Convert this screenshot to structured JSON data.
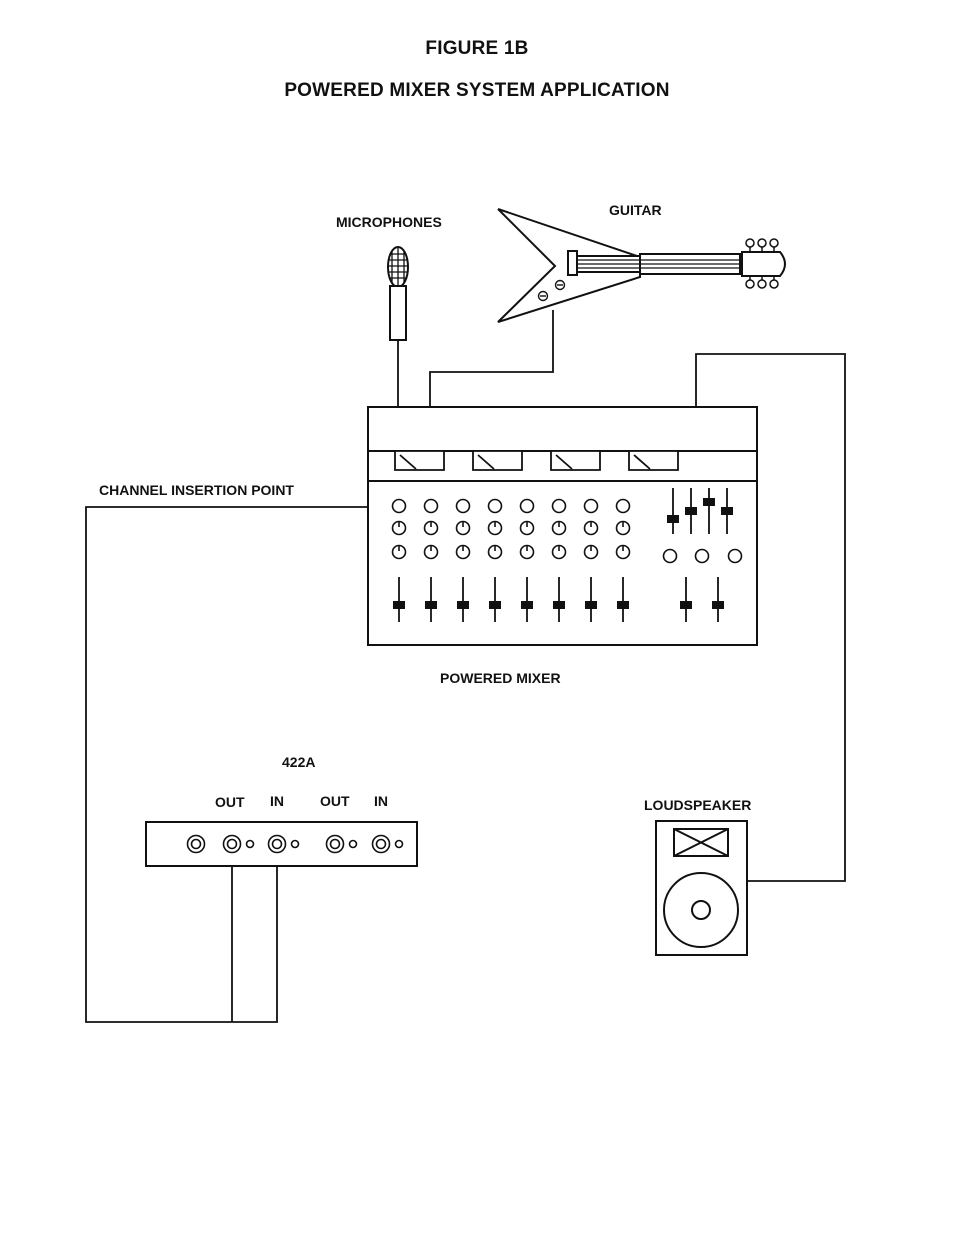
{
  "figure": {
    "title": "FIGURE 1B",
    "subtitle": "POWERED MIXER SYSTEM APPLICATION"
  },
  "labels": {
    "microphones": "MICROPHONES",
    "guitar": "GUITAR",
    "channel_insertion_point": "CHANNEL INSERTION POINT",
    "powered_mixer": "POWERED MIXER",
    "device_model": "422A",
    "out_1": "OUT",
    "in_1": "IN",
    "out_2": "OUT",
    "in_2": "IN",
    "loudspeaker": "LOUDSPEAKER"
  },
  "colors": {
    "line": "#111111",
    "background": "#ffffff"
  }
}
